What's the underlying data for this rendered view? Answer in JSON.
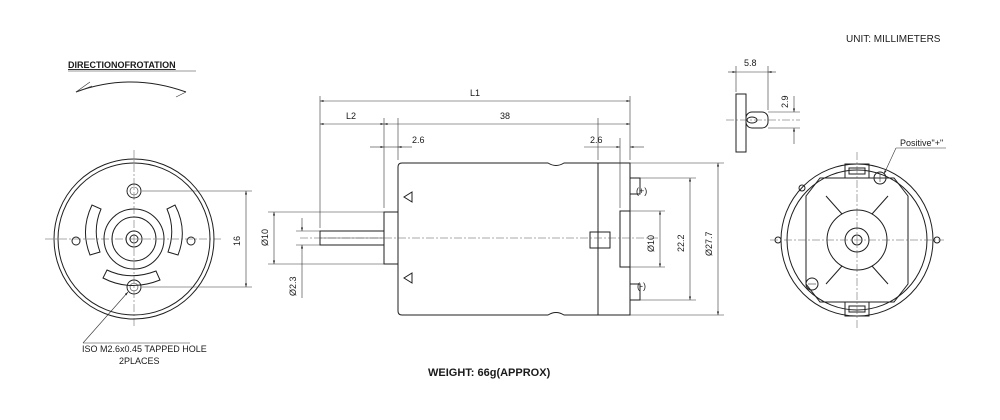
{
  "header": {
    "unit_label": "UNIT: MILLIMETERS",
    "direction_label": "DIRECTIONOFROTATION",
    "weight_label": "WEIGHT: 66g(APPROX)"
  },
  "front_view": {
    "hole_note_line1": "ISO M2.6x0.45 TAPPED HOLE",
    "hole_note_line2": "2PLACES",
    "dim_hole_spacing": "16"
  },
  "side_view": {
    "dim_total_length": "L1",
    "dim_shaft_length": "L2",
    "dim_body_length": "38",
    "dim_boss_front": "2.6",
    "dim_boss_rear": "2.6",
    "dim_boss_dia": "Ø10",
    "dim_shaft_dia": "Ø2.3",
    "dim_rear_boss_dia": "Ø10",
    "dim_terminal_spacing": "22.2",
    "dim_body_dia": "Ø27.7",
    "terminal_positive": "(+)",
    "terminal_negative": "(-)"
  },
  "terminal_detail": {
    "dim_width": "5.8",
    "dim_height": "2.9"
  },
  "rear_view": {
    "positive_label": "Positive\"+\""
  }
}
